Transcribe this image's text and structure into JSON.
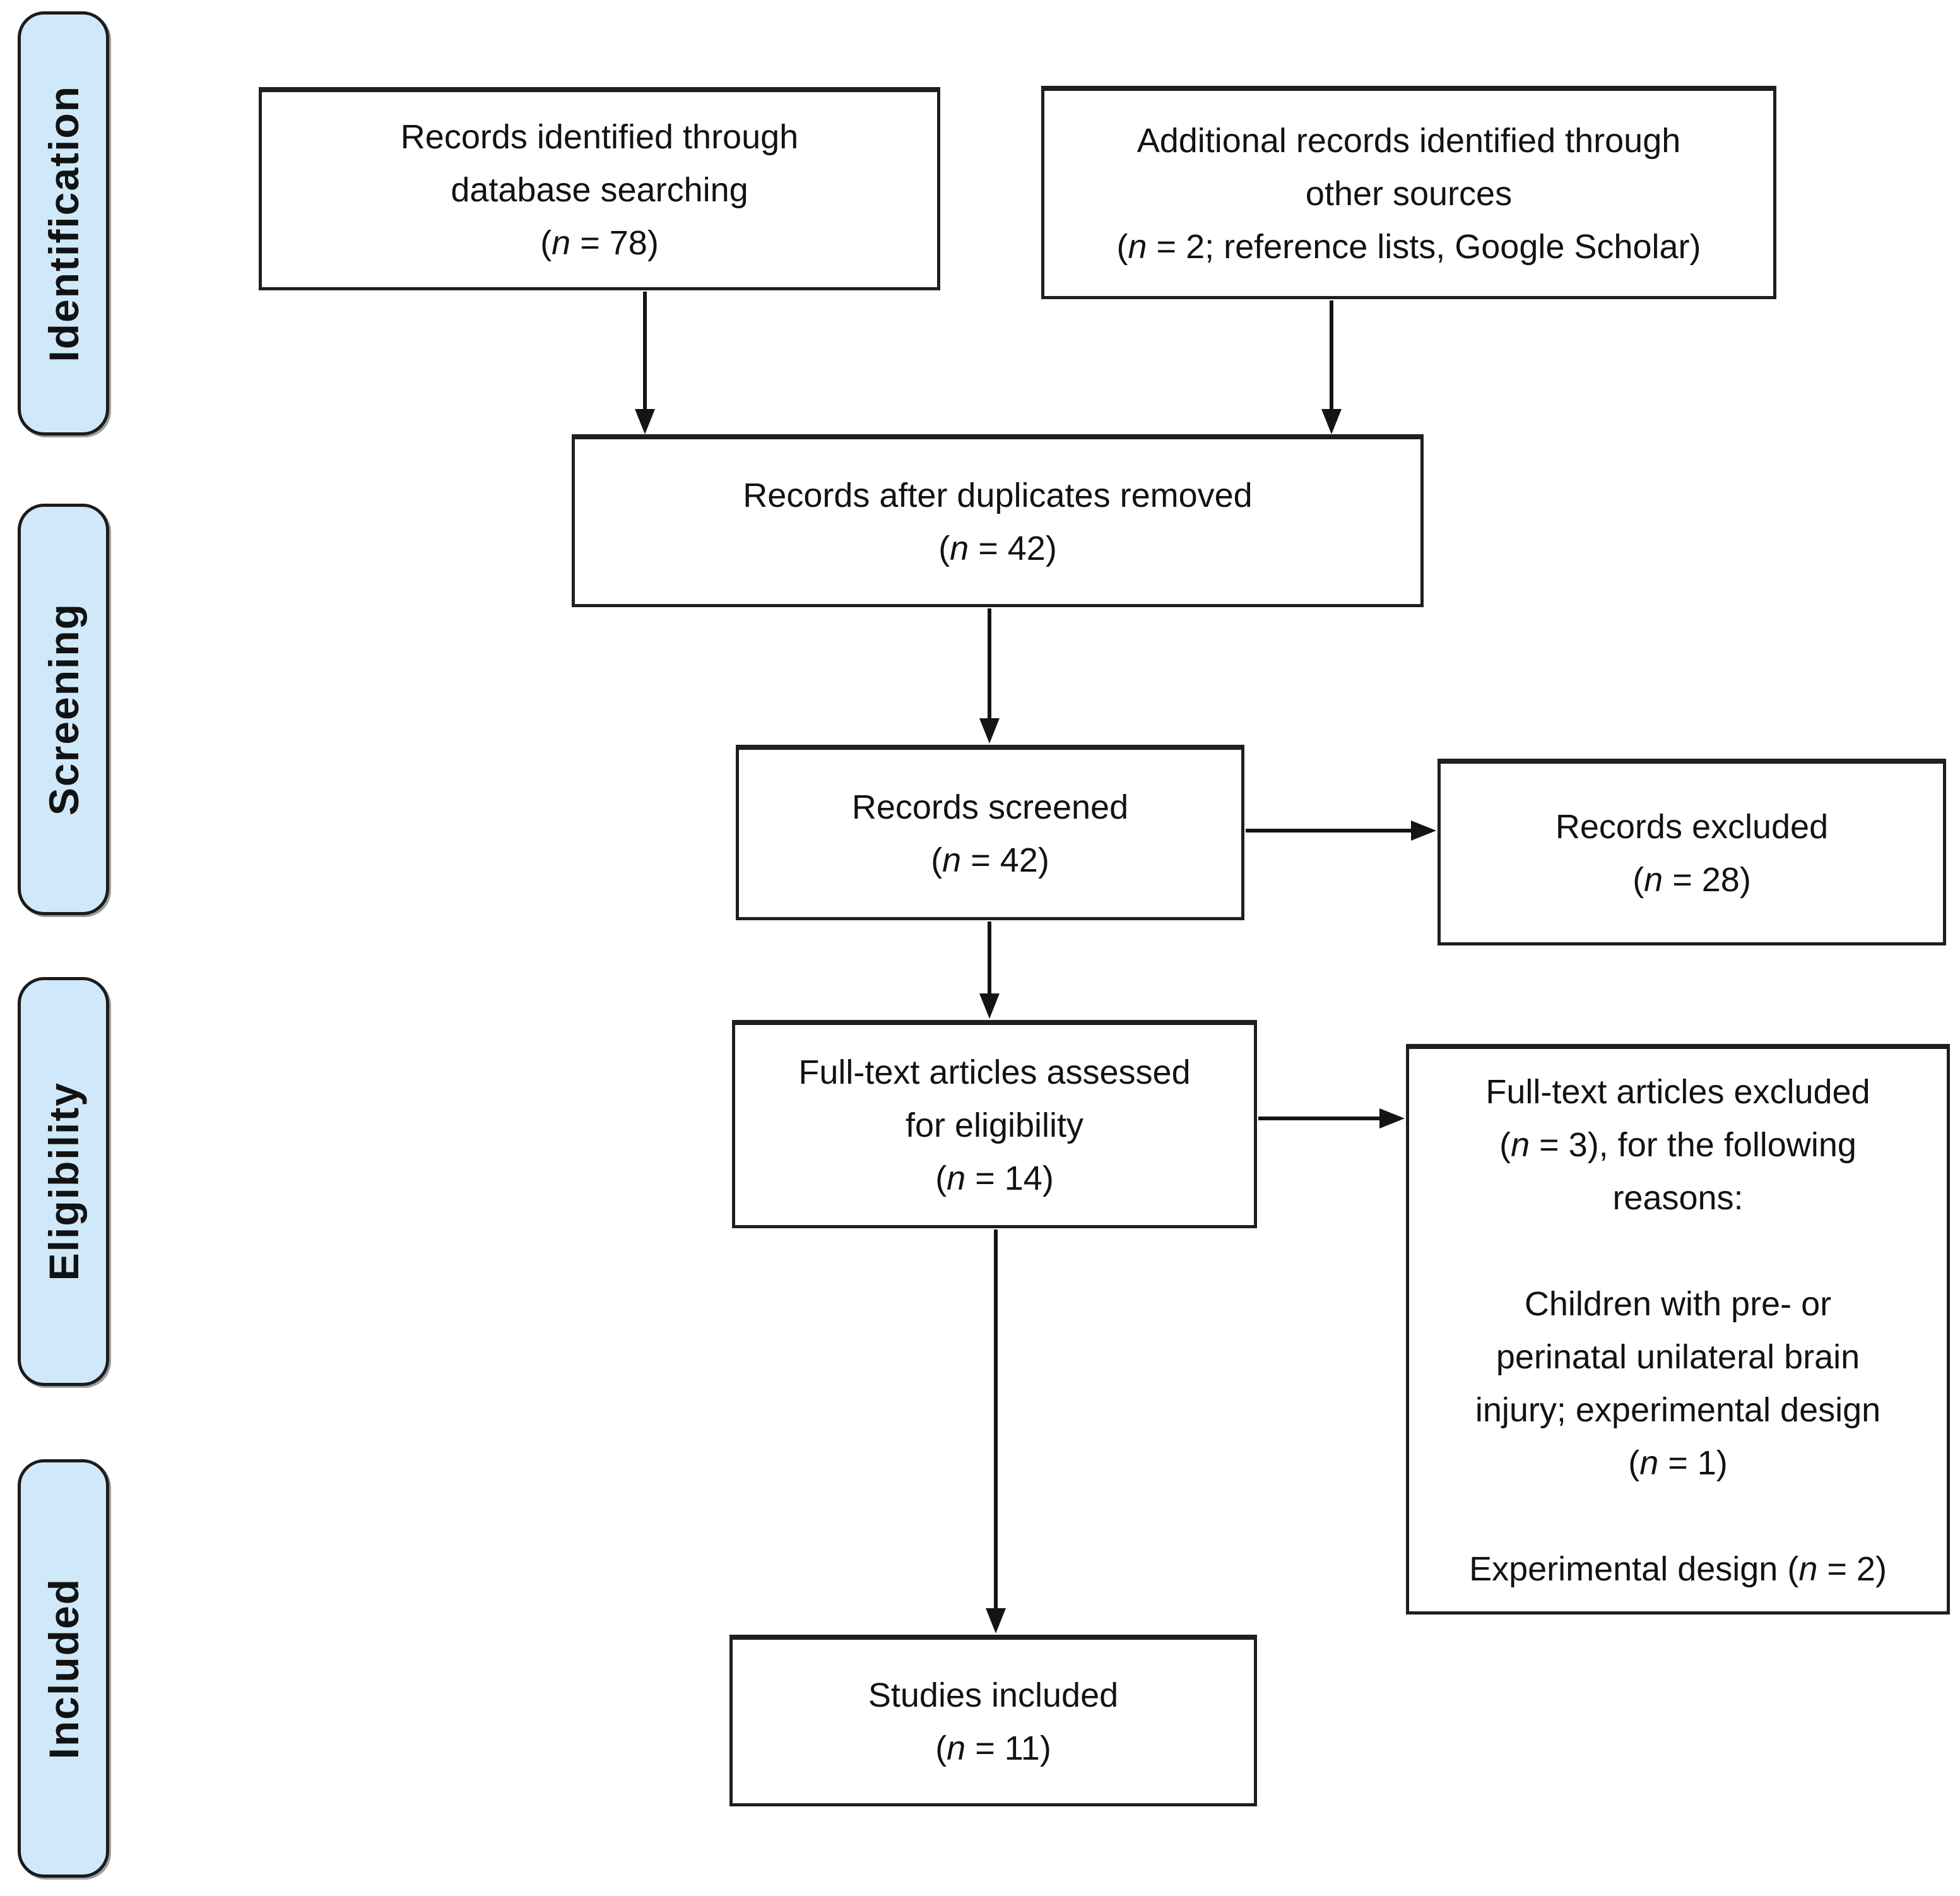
{
  "stages": [
    {
      "label": "Identification"
    },
    {
      "label": "Screening"
    },
    {
      "label": "Eligibility"
    },
    {
      "label": "Included"
    }
  ],
  "boxes": {
    "records_identified": {
      "lines": [
        "Records identified through",
        "database searching",
        "(*n* = 78)"
      ]
    },
    "additional_records": {
      "lines": [
        "Additional records identified through",
        "other sources",
        "(*n* = 2; reference lists, Google Scholar)"
      ]
    },
    "after_duplicates": {
      "lines": [
        "Records after duplicates removed",
        "(*n* = 42)"
      ]
    },
    "records_screened": {
      "lines": [
        "Records screened",
        "(*n* = 42)"
      ]
    },
    "records_excluded": {
      "lines": [
        "Records excluded",
        "(*n* = 28)"
      ]
    },
    "fulltext_assessed": {
      "lines": [
        "Full-text articles assessed",
        "for eligibility",
        "(*n* = 14)"
      ]
    },
    "fulltext_excluded": {
      "lines": [
        "Full-text articles excluded",
        "(*n* = 3), for the following",
        "reasons:",
        "",
        "Children with pre- or",
        "perinatal unilateral brain",
        "injury; experimental design",
        "(*n* = 1)",
        "",
        "Experimental design (*n* = 2)"
      ]
    },
    "studies_included": {
      "lines": [
        "Studies included",
        "(*n* = 11)"
      ]
    }
  },
  "colors": {
    "stage_fill": "#d0e9fa",
    "stage_border": "#1b1b1b",
    "box_border": "#1f1f1f",
    "box_fill": "#ffffff",
    "arrow": "#141414",
    "text": "#121212",
    "background": "#ffffff"
  }
}
